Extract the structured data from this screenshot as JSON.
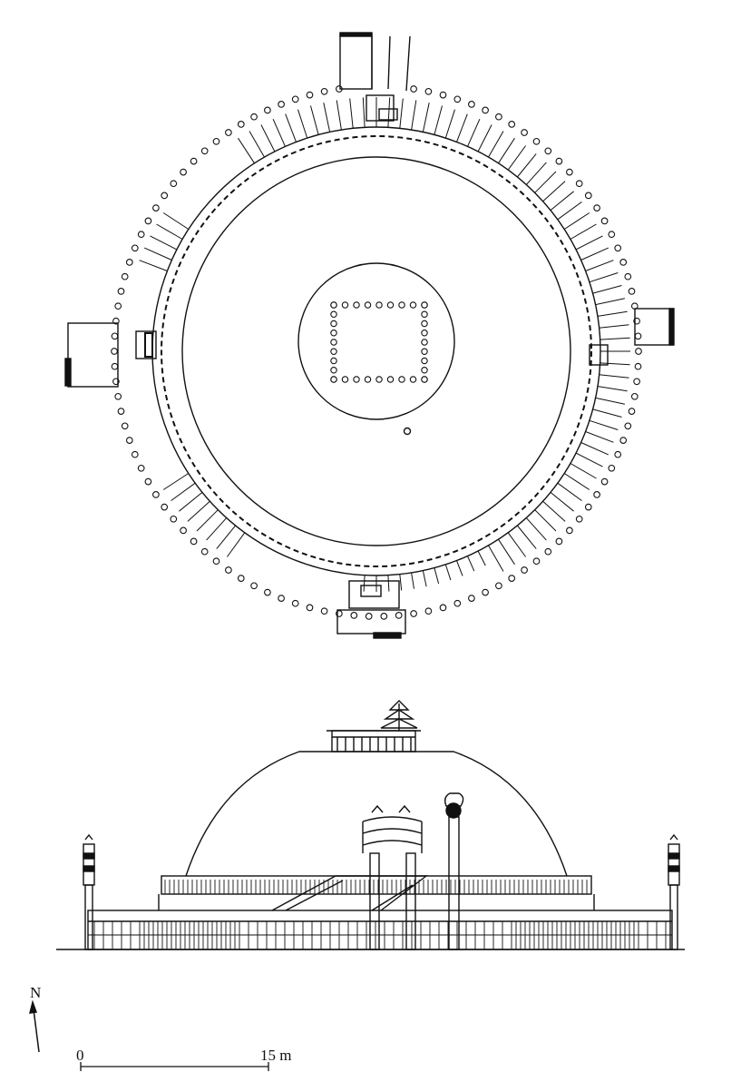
{
  "drawing": {
    "north_label": "N",
    "scale_start_label": "0",
    "scale_end_label": "15 m"
  },
  "colors": {
    "ink": "#111111",
    "paper": "#ffffff"
  }
}
